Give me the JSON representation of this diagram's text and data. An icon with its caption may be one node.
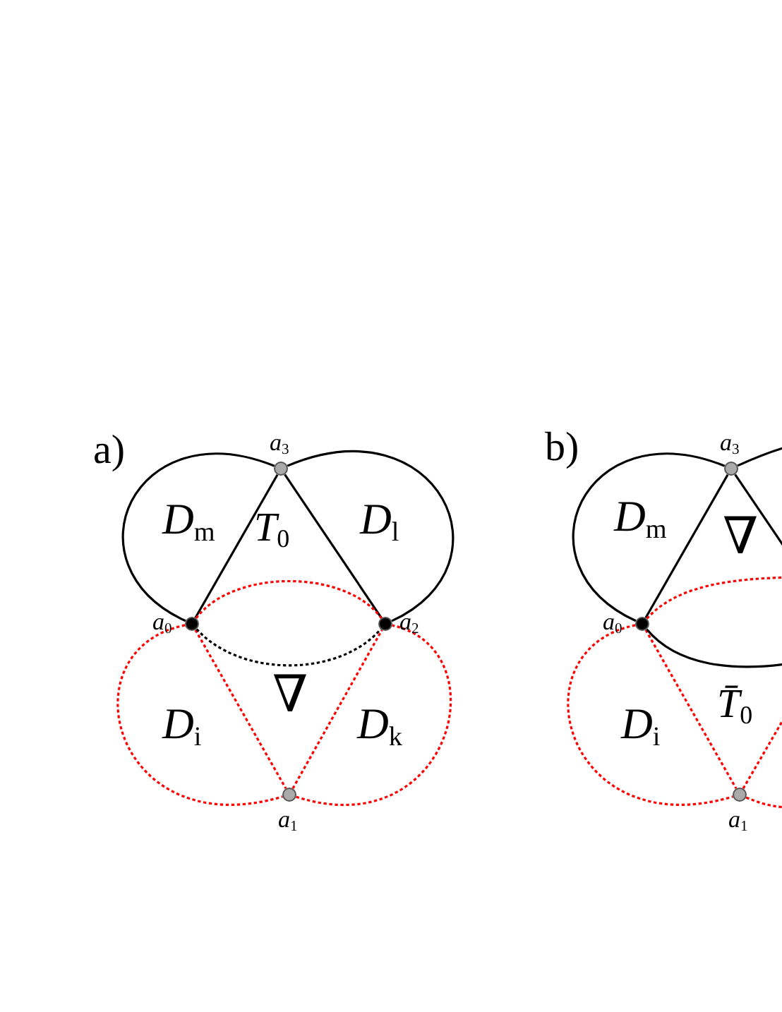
{
  "diagram": {
    "nodes": [
      {
        "text": [],
        "shape": "circle",
        "beside": [
          "*a*$_{3}$"
        ]
      },
      {
        "text": [],
        "shape": "circle",
        "beside": [
          "*a*$_{0}$"
        ]
      },
      {
        "text": [],
        "shape": "circle",
        "beside": [
          "*a*$_{2}$"
        ]
      },
      {
        "text": [],
        "shape": "circle",
        "beside": [
          "*a*$_{1}$"
        ]
      },
      {
        "text": [],
        "shape": "circle",
        "beside": [
          "*a*$_{3}$"
        ]
      },
      {
        "text": [],
        "shape": "circle",
        "beside": [
          "*a*$_{0}$"
        ]
      },
      {
        "text": [],
        "shape": "circle",
        "beside": [
          "*a*$_{1}$"
        ]
      }
    ],
    "edges": [
      {
        "from": 1,
        "to": 0,
        "arrow": "none"
      },
      {
        "from": 0,
        "to": 2,
        "arrow": "none"
      },
      {
        "from": 1,
        "to": 3,
        "arrow": "none",
        "style": "dashed",
        "color": "#ff0000"
      },
      {
        "from": 3,
        "to": 2,
        "arrow": "none",
        "style": "dashed",
        "color": "#ff0000"
      },
      {
        "from": 1,
        "to": 2,
        "arrow": "none",
        "style": "dashed"
      },
      {
        "from": 1,
        "to": 2,
        "arrow": "none",
        "style": "dashed",
        "color": "#ff0000"
      },
      {
        "from": 1,
        "to": 0,
        "arrow": "none"
      },
      {
        "from": 0,
        "to": 2,
        "arrow": "none"
      },
      {
        "from": 1,
        "to": 3,
        "arrow": "none",
        "style": "dashed",
        "color": "#ff0000"
      },
      {
        "from": 3,
        "to": 2,
        "arrow": "none",
        "style": "dashed",
        "color": "#ff0000"
      },
      {
        "from": 5,
        "to": 4,
        "arrow": "none"
      },
      {
        "from": 4,
        "to": null,
        "arrow": "none"
      },
      {
        "from": 5,
        "to": 6,
        "arrow": "none",
        "style": "dashed",
        "color": "#ff0000"
      },
      {
        "from": 6,
        "to": null,
        "arrow": "none",
        "style": "dashed",
        "color": "#ff0000"
      },
      {
        "from": 5,
        "to": 4,
        "arrow": "none"
      },
      {
        "from": 5,
        "to": null,
        "arrow": "none"
      },
      {
        "from": 5,
        "to": null,
        "arrow": "none",
        "style": "dashed",
        "color": "#ff0000"
      },
      {
        "from": 4,
        "to": null,
        "arrow": "none"
      },
      {
        "from": 5,
        "to": 6,
        "arrow": "none",
        "style": "dashed",
        "color": "#ff0000"
      },
      {
        "from": 6,
        "to": null,
        "arrow": "none",
        "style": "dashed",
        "color": "#ff0000"
      }
    ],
    "labels": [
      "a)",
      "*D*$_{m}$",
      "*T*$_{0}$",
      "*D*$_{l}$",
      "∇",
      "*D*$_{i}$",
      "*D*$_{k}$",
      "b)",
      "*D*$_{m}$",
      "∇",
      "*T̄*$_{0}$",
      "*D*$_{i}$"
    ]
  }
}
